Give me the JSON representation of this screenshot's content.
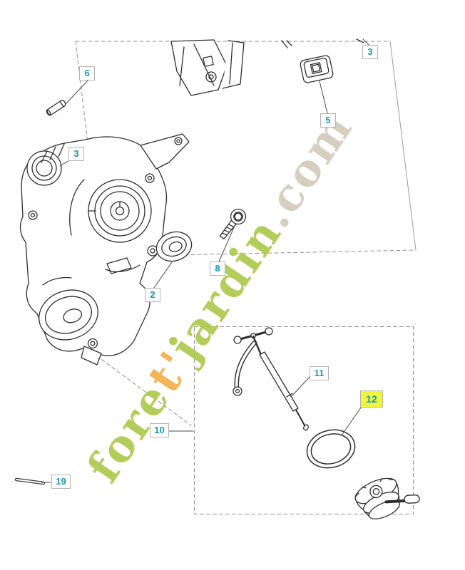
{
  "page": {
    "type": "exploded-parts-diagram",
    "background": "#ffffff"
  },
  "watermark": {
    "full_text": "foret'jardin.com",
    "rotation_deg": -56,
    "segments": [
      {
        "text": "fore",
        "color": "#a8c53e"
      },
      {
        "text": "t'",
        "color": "#f0a93c"
      },
      {
        "text": "jardin",
        "color": "#a8c53e"
      },
      {
        "text": ".com",
        "color": "#cfc7b4"
      }
    ]
  },
  "colors": {
    "label_text": "#1798b4",
    "label_border": "#b3b3b3",
    "label_bg": "#ffffff",
    "highlight_bg": "#f1f63a",
    "line_art": "#2e2e2e",
    "dashed_box": "#8f8f8f"
  },
  "part_labels": [
    {
      "num": "6",
      "highlighted": false
    },
    {
      "num": "3",
      "highlighted": false
    },
    {
      "num": "2",
      "highlighted": false
    },
    {
      "num": "8",
      "highlighted": false
    },
    {
      "num": "5",
      "highlighted": false
    },
    {
      "num": "3",
      "highlighted": false
    },
    {
      "num": "11",
      "highlighted": false
    },
    {
      "num": "12",
      "highlighted": true
    },
    {
      "num": "10",
      "highlighted": false
    },
    {
      "num": "19",
      "highlighted": false
    }
  ]
}
